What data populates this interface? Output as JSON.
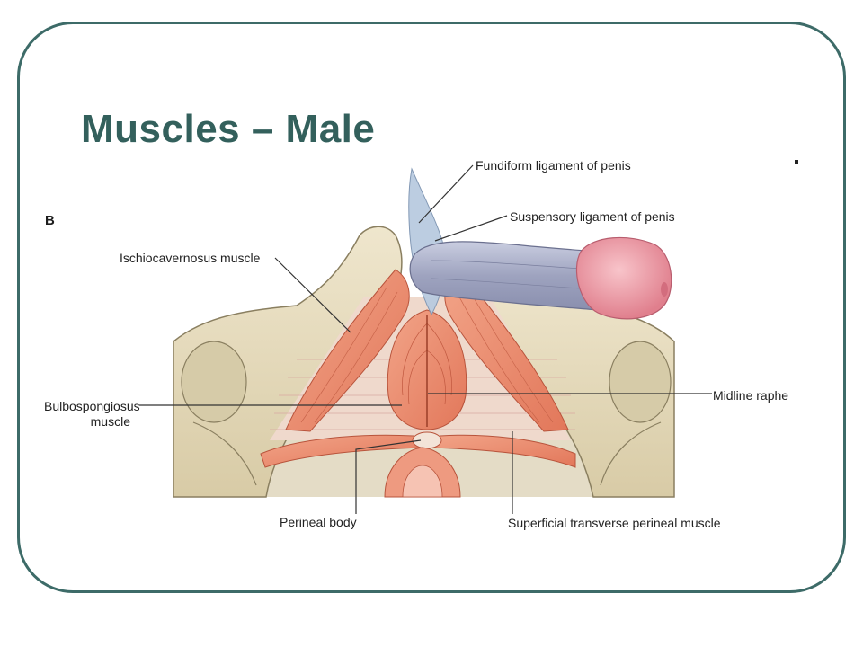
{
  "slide": {
    "title": "Muscles – Male",
    "stray_mark": "."
  },
  "figure": {
    "letter": "B",
    "labels": {
      "fundiform": "Fundiform ligament of penis",
      "suspensory": "Suspensory ligament of penis",
      "ischiocavernosus": "Ischiocavernosus muscle",
      "bulbospongiosus": "Bulbospongiosus muscle",
      "midline_raphe": "Midline raphe",
      "perineal_body": "Perineal body",
      "superficial_transverse": "Superficial transverse perineal muscle"
    }
  },
  "colors": {
    "frame": "#3d6b68",
    "title": "#33605c",
    "bone": "#e6dcc0",
    "muscle": "#ec8e70",
    "membrane": "#efd9cc",
    "ligament": "#b9cbe0",
    "shaft": "#a8adc6",
    "glans": "#f2a8b0"
  }
}
